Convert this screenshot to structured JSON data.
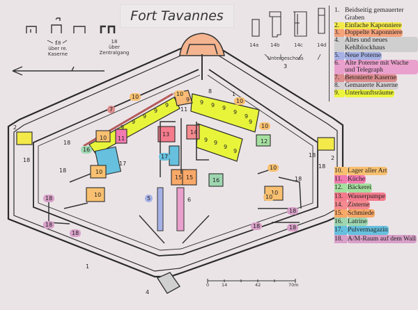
{
  "title": "Fort Tavannes",
  "top_left_notes": {
    "note1": [
      "18",
      "über re.",
      "Kaserne"
    ],
    "note2": [
      "18",
      "über",
      "Zentralgang"
    ]
  },
  "sections": {
    "labels": [
      "14a",
      "14b",
      "14c",
      "14d"
    ],
    "caption": "Untergeschoss"
  },
  "legend": [
    {
      "num": "1.",
      "text": "Beidseitig gemauerter Graben",
      "color": ""
    },
    {
      "num": "2.",
      "text": "Einfache Kaponniere",
      "color": "#f3ea4a"
    },
    {
      "num": "3.",
      "text": "Doppelte Kaponniere",
      "color": "#f5a27a"
    },
    {
      "num": "4.",
      "text": "Altes und neues Kehlblockhaus",
      "color": "#cfcfcf"
    },
    {
      "num": "5.",
      "text": "Neue Poterne",
      "color": "#a6b2e6"
    },
    {
      "num": "6.",
      "text": "Alte Poterne mit Wache und Telegraph",
      "color": "#eaa0cc"
    },
    {
      "num": "7.",
      "text": "Betonierte Kaserne",
      "color": "#dc8c8c"
    },
    {
      "num": "8.",
      "text": "Gemauerte Kaserne",
      "color": "#d6d0d4"
    },
    {
      "num": "9.",
      "text": "Unterkunftsräume",
      "color": "#ecf53c"
    }
  ],
  "legend2": [
    {
      "num": "10.",
      "text": "Lager aller Art",
      "color": "#f8c070"
    },
    {
      "num": "11.",
      "text": "Küche",
      "color": "#f27ab0"
    },
    {
      "num": "12.",
      "text": "Bäckerei",
      "color": "#a6e0a0"
    },
    {
      "num": "13.",
      "text": "Wasserpumpe",
      "color": "#f47a8c"
    },
    {
      "num": "14.",
      "text": "Zisterne",
      "color": "#f58a90"
    },
    {
      "num": "15.",
      "text": "Schmiede",
      "color": "#f8a868"
    },
    {
      "num": "16.",
      "text": "Latrine",
      "color": "#9ed6b0"
    },
    {
      "num": "17.",
      "text": "Pulvermagazin",
      "color": "#66c0de"
    },
    {
      "num": "18.",
      "text": "A/M-Raum auf dem Wall",
      "color": "#d8a0c8"
    }
  ],
  "map_labels": [
    "1",
    "1",
    "2",
    "2",
    "3",
    "4",
    "5",
    "6",
    "7",
    "8",
    "9",
    "9",
    "9",
    "9",
    "9",
    "9",
    "9",
    "9",
    "9",
    "9",
    "9",
    "9",
    "9",
    "9",
    "9",
    "9",
    "10",
    "10",
    "10",
    "10",
    "10",
    "10",
    "10",
    "10",
    "10",
    "10",
    "11",
    "11",
    "12",
    "13",
    "14",
    "15",
    "15",
    "16",
    "16",
    "17",
    "17",
    "18",
    "18",
    "18",
    "18",
    "18",
    "18",
    "18",
    "18",
    "18",
    "18",
    "18",
    "18"
  ],
  "scale": {
    "ticks": [
      "0",
      "14",
      "42",
      "70m"
    ]
  }
}
